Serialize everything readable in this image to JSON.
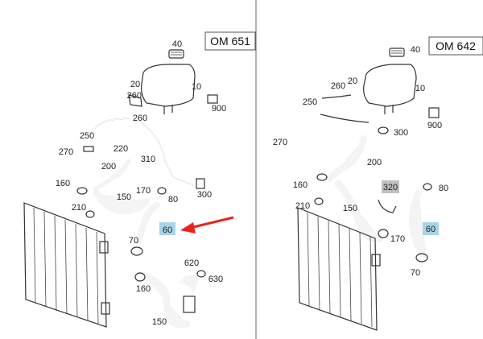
{
  "panels": {
    "left": {
      "engine": "OM 651",
      "labels": [
        "40",
        "20",
        "260",
        "10",
        "900",
        "260",
        "250",
        "270",
        "220",
        "310",
        "200",
        "160",
        "170",
        "80",
        "300",
        "210",
        "150",
        "60",
        "70",
        "160",
        "620",
        "630",
        "150"
      ]
    },
    "right": {
      "engine": "OM 642",
      "labels": [
        "40",
        "20",
        "260",
        "250",
        "10",
        "900",
        "300",
        "270",
        "200",
        "160",
        "320",
        "80",
        "210",
        "150",
        "170",
        "60",
        "70"
      ]
    }
  },
  "highlight_color": "#a8d4e8",
  "arrow_color": "#e8241c",
  "highlighted_part": "60",
  "icons": [
    "arrow-icon"
  ]
}
